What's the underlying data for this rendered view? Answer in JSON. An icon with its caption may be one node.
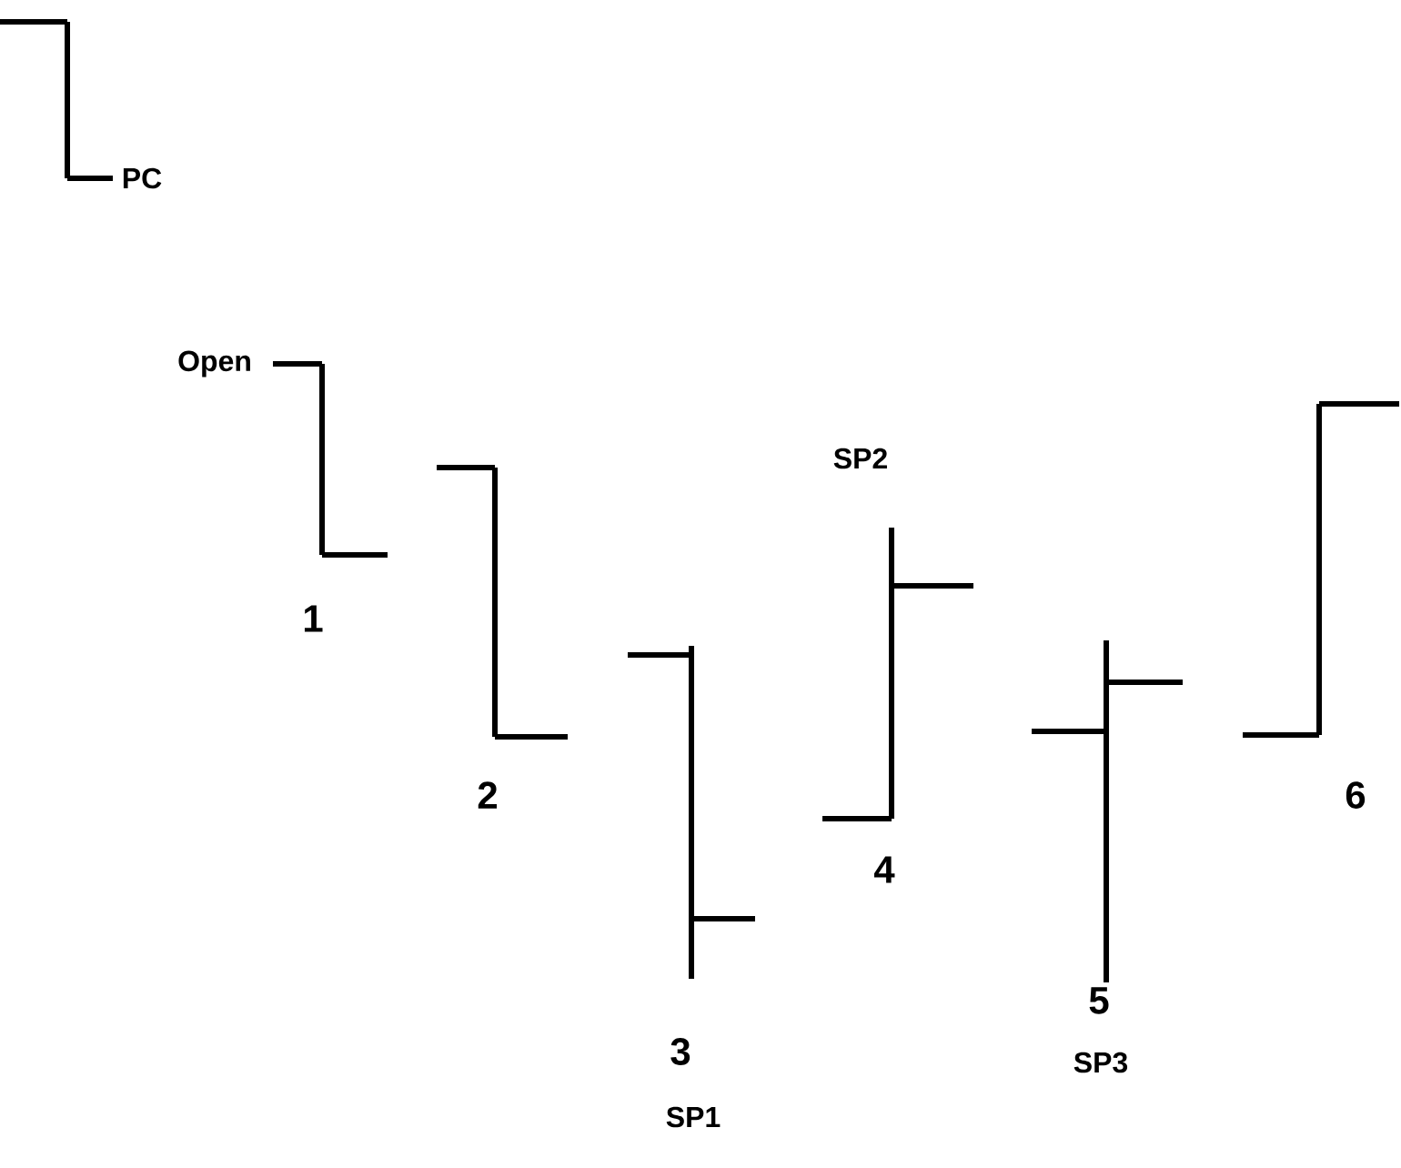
{
  "diagram": {
    "labels": [
      "PC",
      "Open",
      "SP2",
      "1",
      "2",
      "6",
      "4",
      "3",
      "5",
      "SP3",
      "SP1"
    ]
  }
}
